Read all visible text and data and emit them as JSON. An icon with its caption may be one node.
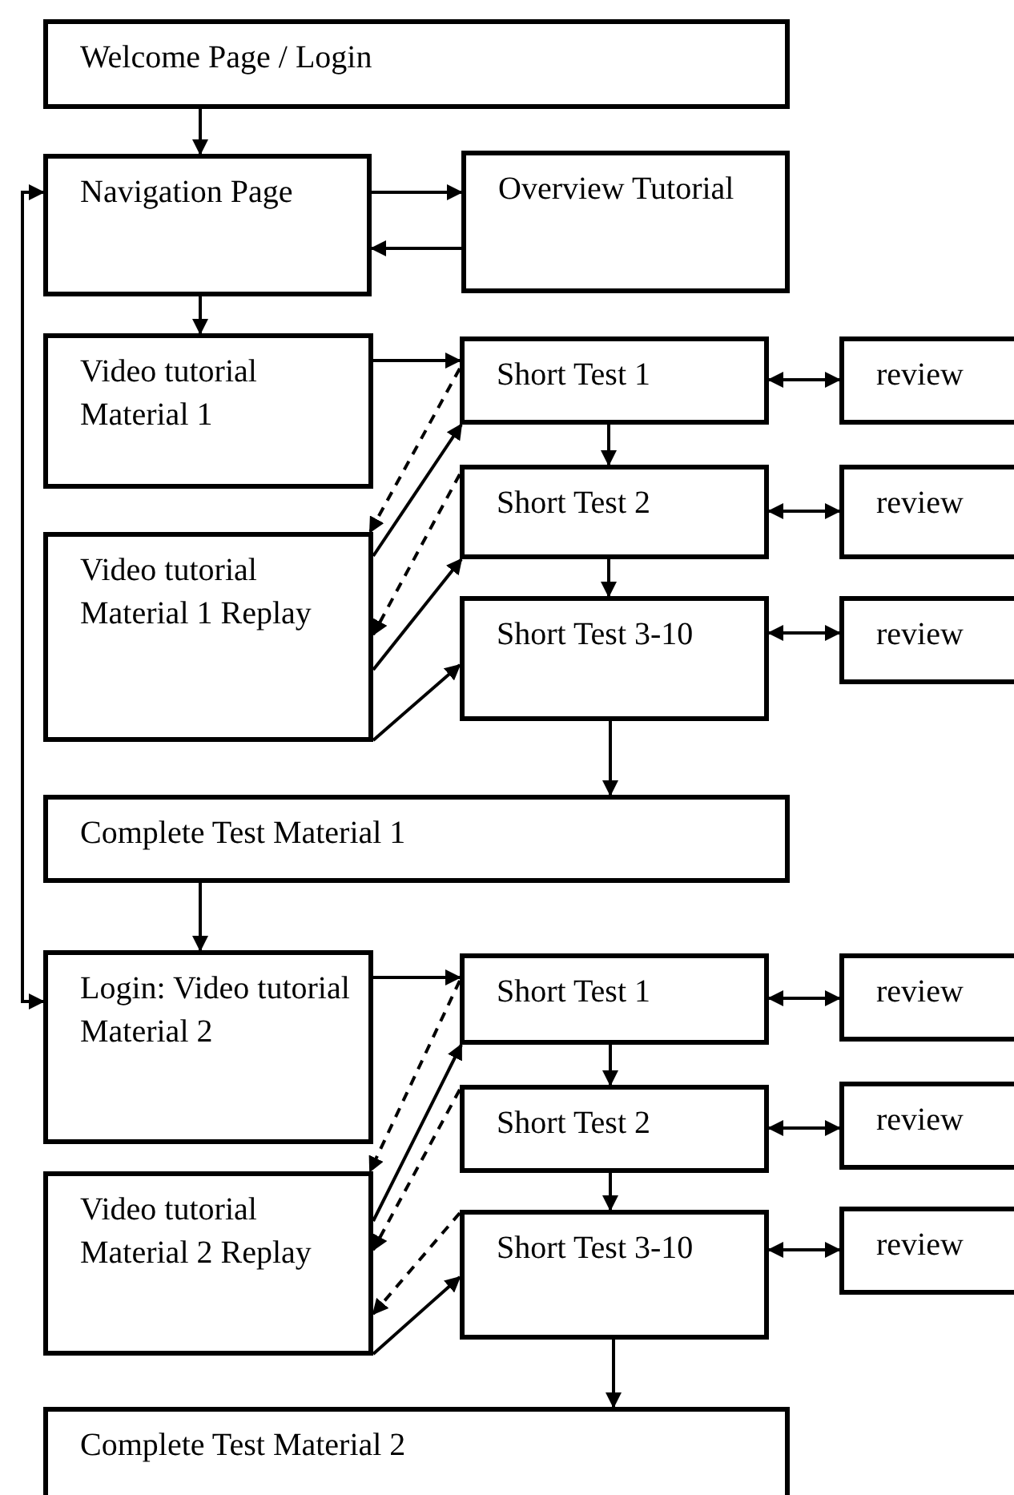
{
  "diagram": {
    "nodes": [
      {
        "text": [
          "Welcome Page / Login"
        ]
      },
      {
        "text": [
          "Navigation Page"
        ]
      },
      {
        "text": [
          "Overview Tutorial"
        ]
      },
      {
        "text": [
          "Video tutorial Material 1"
        ]
      },
      {
        "text": [
          "Short Test 1"
        ]
      },
      {
        "text": [
          "review"
        ]
      },
      {
        "text": [
          "Video tutorial Material 1 Replay"
        ]
      },
      {
        "text": [
          "Short Test 2"
        ]
      },
      {
        "text": [
          "review"
        ]
      },
      {
        "text": [
          "Short Test 3-10"
        ]
      },
      {
        "text": [
          "review"
        ]
      },
      {
        "text": [
          "Complete Test Material 1"
        ]
      },
      {
        "text": [
          "Login: Video tutorial Material 2"
        ]
      },
      {
        "text": [
          "Short Test 1"
        ]
      },
      {
        "text": [
          "review"
        ]
      },
      {
        "text": [
          "Video tutorial Material 2 Replay"
        ]
      },
      {
        "text": [
          "Short Test 2"
        ]
      },
      {
        "text": [
          "review"
        ]
      },
      {
        "text": [
          "Short Test 3-10"
        ]
      },
      {
        "text": [
          "review"
        ]
      },
      {
        "text": [
          "Complete Test Material 2"
        ]
      }
    ],
    "edges": [
      {
        "from": 0,
        "to": 1,
        "arrow": "to"
      },
      {
        "from": 1,
        "to": 2,
        "arrow": "to"
      },
      {
        "from": 2,
        "to": 1,
        "arrow": "to"
      },
      {
        "from": 1,
        "to": 3,
        "arrow": "to"
      },
      {
        "from": 3,
        "to": 4,
        "arrow": "to"
      },
      {
        "from": 4,
        "to": 6,
        "arrow": "to",
        "style": "dashed"
      },
      {
        "from": 6,
        "to": 4,
        "arrow": "to"
      },
      {
        "from": 7,
        "to": 6,
        "arrow": "to",
        "style": "dashed"
      },
      {
        "from": 6,
        "to": 7,
        "arrow": "to"
      },
      {
        "from": 6,
        "to": 9,
        "arrow": "to"
      },
      {
        "from": 4,
        "to": 7,
        "arrow": "to"
      },
      {
        "from": 7,
        "to": 9,
        "arrow": "to"
      },
      {
        "from": 9,
        "to": 11,
        "arrow": "to"
      },
      {
        "from": 4,
        "to": 5,
        "arrow": "both"
      },
      {
        "from": 7,
        "to": 8,
        "arrow": "both"
      },
      {
        "from": 9,
        "to": 10,
        "arrow": "both"
      },
      {
        "from": 11,
        "to": 12,
        "arrow": "to"
      },
      {
        "from": 12,
        "to": 13,
        "arrow": "to"
      },
      {
        "from": 13,
        "to": 15,
        "arrow": "to",
        "style": "dashed"
      },
      {
        "from": 15,
        "to": 13,
        "arrow": "to"
      },
      {
        "from": 16,
        "to": 15,
        "arrow": "to",
        "style": "dashed"
      },
      {
        "from": 18,
        "to": 15,
        "arrow": "to",
        "style": "dashed"
      },
      {
        "from": 15,
        "to": 18,
        "arrow": "to"
      },
      {
        "from": 13,
        "to": 16,
        "arrow": "to"
      },
      {
        "from": 16,
        "to": 18,
        "arrow": "to"
      },
      {
        "from": 18,
        "to": 20,
        "arrow": "to"
      },
      {
        "from": 13,
        "to": 14,
        "arrow": "both"
      },
      {
        "from": 16,
        "to": 17,
        "arrow": "both"
      },
      {
        "from": 18,
        "to": 19,
        "arrow": "both"
      },
      {
        "from": 12,
        "to": 1,
        "arrow": "both"
      }
    ]
  }
}
